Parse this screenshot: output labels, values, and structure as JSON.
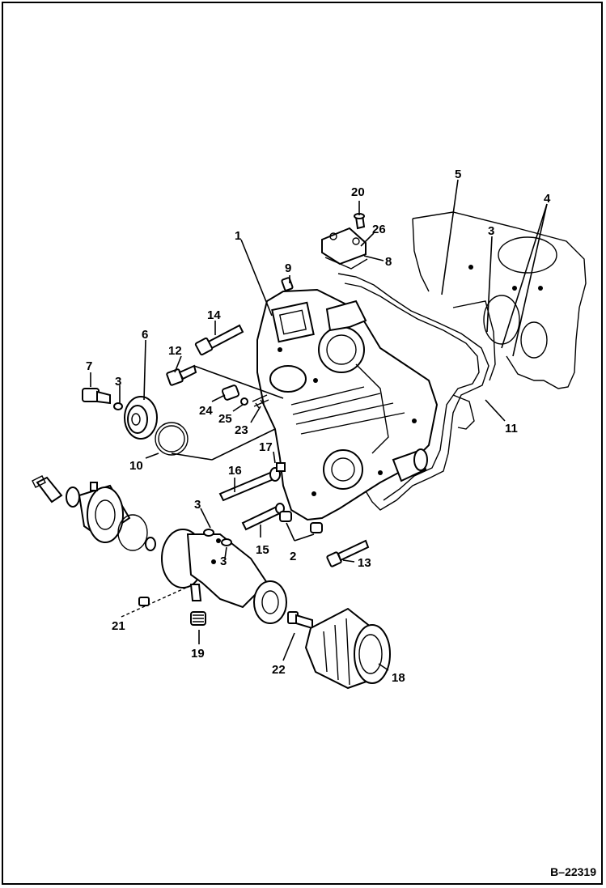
{
  "drawing_id": "B–22319",
  "callouts": [
    "1",
    "2",
    "3",
    "3",
    "3",
    "3",
    "4",
    "5",
    "6",
    "7",
    "8",
    "9",
    "10",
    "11",
    "12",
    "13",
    "14",
    "15",
    "16",
    "17",
    "18",
    "19",
    "20",
    "21",
    "22",
    "23",
    "24",
    "25",
    "26"
  ]
}
